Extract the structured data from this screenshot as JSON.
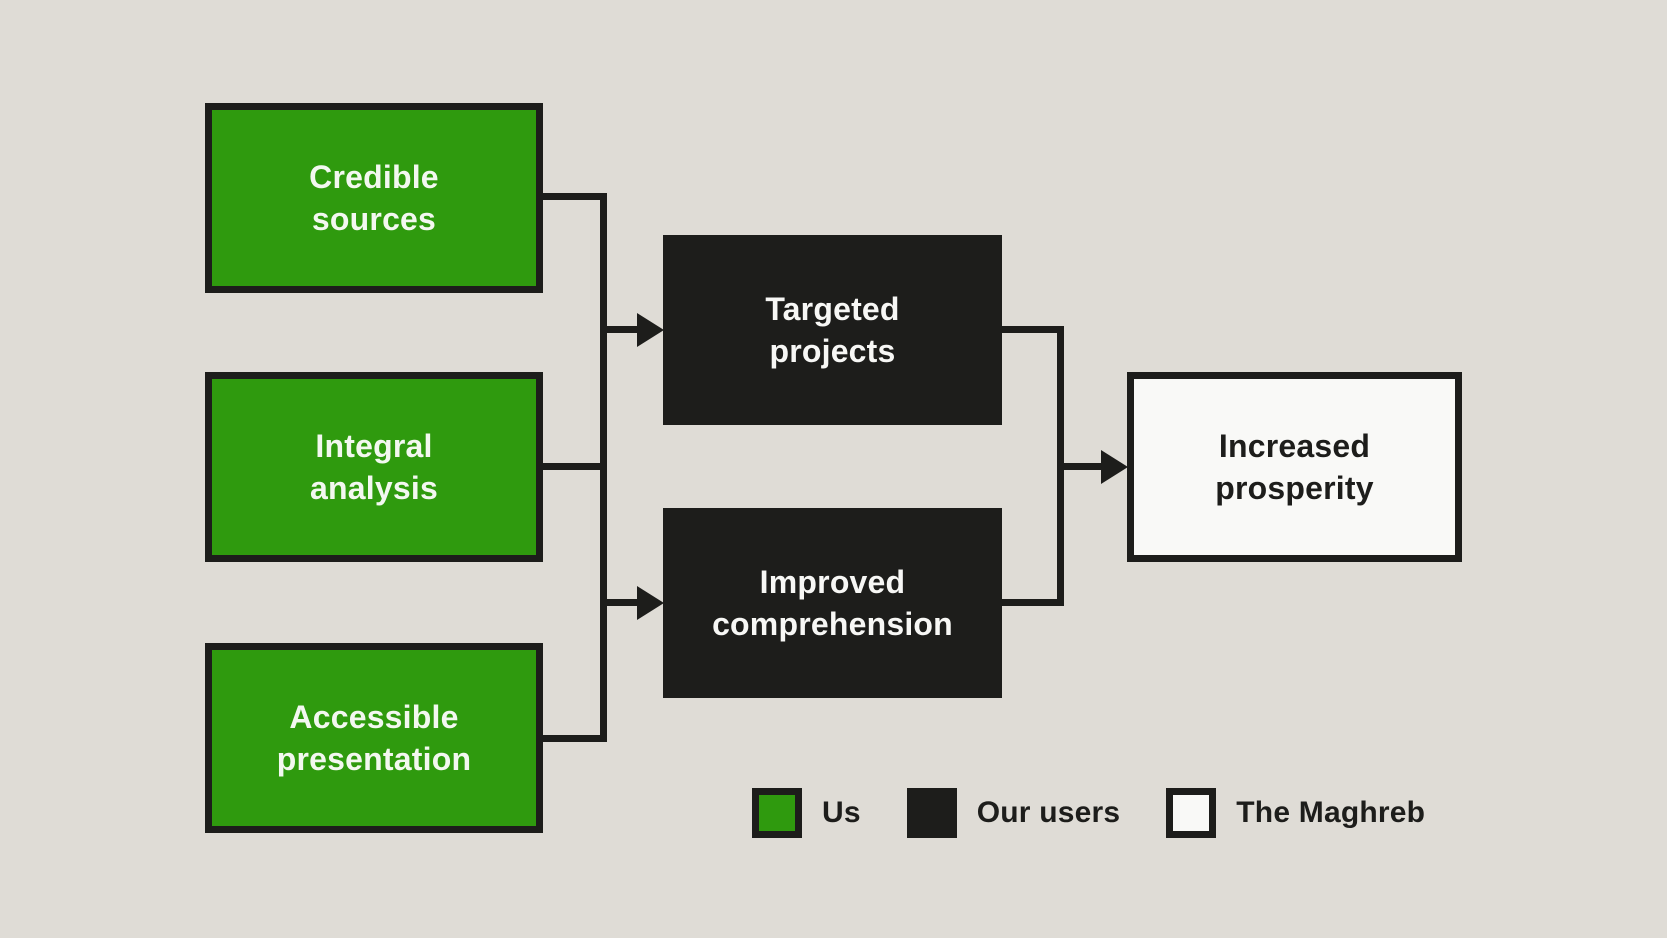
{
  "diagram": {
    "nodes": {
      "credible_sources": {
        "label": "Credible\nsources",
        "group": "us"
      },
      "integral_analysis": {
        "label": "Integral\nanalysis",
        "group": "us"
      },
      "accessible_presentation": {
        "label": "Accessible\npresentation",
        "group": "us"
      },
      "targeted_projects": {
        "label": "Targeted\nprojects",
        "group": "our-users"
      },
      "improved_comprehension": {
        "label": "Improved\ncomprehension",
        "group": "our-users"
      },
      "increased_prosperity": {
        "label": "Increased\nprosperity",
        "group": "the-maghreb"
      }
    },
    "edges": [
      {
        "from": "credible_sources",
        "to": "targeted_projects"
      },
      {
        "from": "credible_sources",
        "to": "improved_comprehension"
      },
      {
        "from": "integral_analysis",
        "to": "targeted_projects"
      },
      {
        "from": "integral_analysis",
        "to": "improved_comprehension"
      },
      {
        "from": "accessible_presentation",
        "to": "targeted_projects"
      },
      {
        "from": "accessible_presentation",
        "to": "improved_comprehension"
      },
      {
        "from": "targeted_projects",
        "to": "increased_prosperity"
      },
      {
        "from": "improved_comprehension",
        "to": "increased_prosperity"
      }
    ],
    "legend": {
      "items": [
        {
          "label": "Us",
          "color": "#2f9a0e"
        },
        {
          "label": "Our users",
          "color": "#1d1d1b"
        },
        {
          "label": "The Maghreb",
          "color": "#f9f9f7"
        }
      ]
    },
    "colors": {
      "background": "#dfdcd6",
      "us_fill": "#2f9a0e",
      "our_users_fill": "#1d1d1b",
      "maghreb_fill": "#f9f9f7",
      "outline": "#1d1d1b",
      "connector": "#1d1d1b",
      "light_text": "#f3f8f0",
      "dark_text": "#1d1d1b"
    }
  }
}
